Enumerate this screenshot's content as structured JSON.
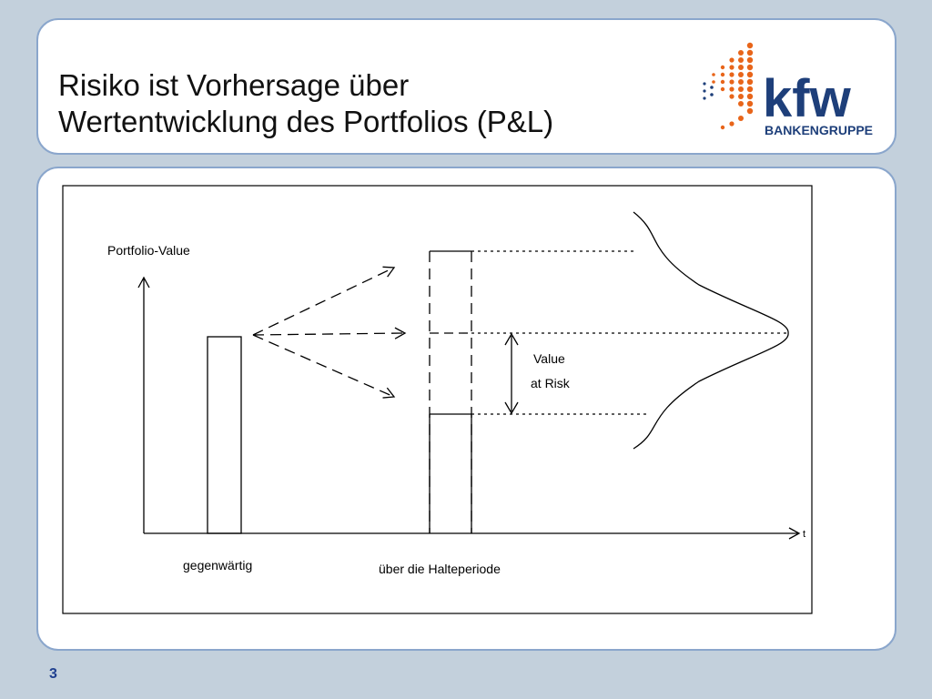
{
  "slide": {
    "title_line1": "Risiko ist Vorhersage über",
    "title_line2": "Wertentwicklung des Portfolios (P&L)",
    "page_number": "3"
  },
  "logo": {
    "brand": "kfw",
    "subtitle": "BANKENGRUPPE",
    "brand_color": "#1e3f7a",
    "dot_color": "#e8651a"
  },
  "diagram": {
    "y_axis_label": "Portfolio-Value",
    "x_axis_label": "t",
    "bar1_label": "gegenwärtig",
    "bar2_label": "über die Halteperiode",
    "var_label_line1": "Value",
    "var_label_line2": "at Risk"
  }
}
